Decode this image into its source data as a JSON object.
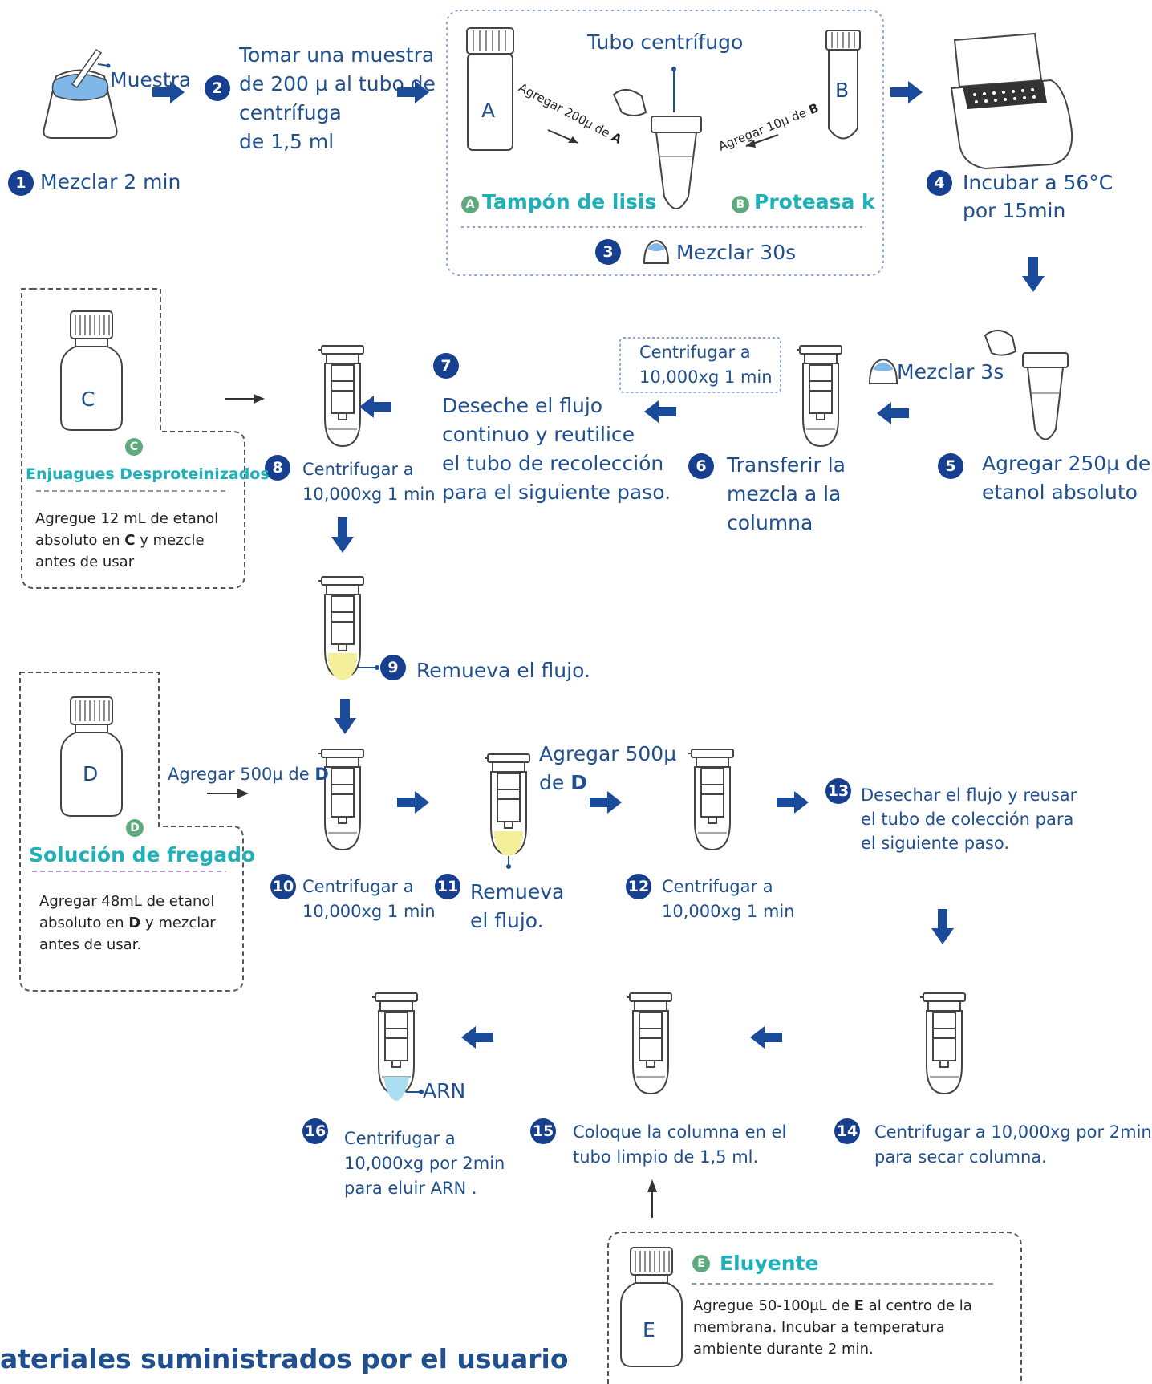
{
  "colors": {
    "primary": "#1f4f8e",
    "badge": "#163f8f",
    "teal": "#1fb1b9",
    "letter_badge": "#5faa7d",
    "arrow": "#1a4a9a",
    "liquid_yellow": "#f3ef9a",
    "liquid_blue": "#a8def0"
  },
  "steps": {
    "s1": {
      "num": "1",
      "label": "Mezclar 2 min",
      "sample": "Muestra"
    },
    "s2": {
      "num": "2",
      "lines": [
        "Tomar una muestra",
        "de 200 µ al tubo de",
        "centrífuga",
        "de 1,5 ml"
      ]
    },
    "s3": {
      "num": "3",
      "title": "Tubo centrífugo",
      "add_a": "Agregar 200µ de",
      "add_a_bold": "A",
      "add_b": "Agregar 10µ de",
      "add_b_bold": "B",
      "tube_a": "A",
      "tube_b": "B",
      "letter_a": "A",
      "letter_b": "B",
      "reagent_a": "Tampón de lisis",
      "reagent_b": "Proteasa k",
      "mix": "Mezclar 30s"
    },
    "s4": {
      "num": "4",
      "lines": [
        "Incubar a 56°C",
        "por 15min"
      ]
    },
    "s5": {
      "num": "5",
      "mix": "Mezclar 3s",
      "lines": [
        "Agregar 250µ de",
        "etanol absoluto"
      ]
    },
    "s6": {
      "num": "6",
      "lines": [
        "Transferir la",
        "mezcla a la",
        "columna"
      ],
      "box_lines": [
        "Centrifugar a",
        "10,000xg 1 min"
      ]
    },
    "s7": {
      "num": "7",
      "lines": [
        "Deseche el flujo",
        "continuo y reutilice",
        "el tubo de recolección",
        " para el siguiente paso."
      ]
    },
    "s8": {
      "num": "8",
      "lines": [
        "Centrifugar a",
        "10,000xg 1 min"
      ]
    },
    "s9": {
      "num": "9",
      "label": "Remueva el flujo."
    },
    "s10": {
      "num": "10",
      "add": "Agregar 500µ de",
      "add_bold": "D",
      "lines": [
        "Centrifugar a",
        "10,000xg 1 min"
      ]
    },
    "s11": {
      "num": "11",
      "lines": [
        "Remueva",
        "el flujo."
      ],
      "add_lines": [
        "Agregar 500µ",
        "de"
      ],
      "add_bold": "D"
    },
    "s12": {
      "num": "12",
      "lines": [
        "Centrifugar a",
        "10,000xg 1 min"
      ]
    },
    "s13": {
      "num": "13",
      "lines": [
        "Desechar el flujo y reusar",
        "el tubo de colección para",
        "el siguiente paso."
      ]
    },
    "s14": {
      "num": "14",
      "lines": [
        "Centrifugar a 10,000xg por 2min",
        "para secar columna."
      ]
    },
    "s15": {
      "num": "15",
      "lines": [
        "Coloque la columna en el",
        "tubo limpio de 1,5 ml."
      ]
    },
    "s16": {
      "num": "16",
      "lines": [
        "Centrifugar a",
        "10,000xg por 2min",
        "para eluir ARN ."
      ],
      "product": "ARN"
    }
  },
  "reagents": {
    "c": {
      "bottle": "C",
      "letter": "C",
      "title": "Enjuagues Desproteinizados",
      "note_lines": [
        "Agregue 12 mL de etanol",
        " absoluto en ",
        "C",
        " y mezcle",
        "antes de usar"
      ]
    },
    "d": {
      "bottle": "D",
      "letter": "D",
      "title": "Solución de fregado",
      "note_lines": [
        "Agregar 48mL de etanol",
        "absoluto en ",
        "D",
        " y mezclar",
        "antes de usar."
      ]
    },
    "e": {
      "bottle": "E",
      "letter": "E",
      "title": "Eluyente",
      "note_lines": [
        "Agregue 50-100µL de ",
        "E",
        " al centro de la",
        "membrana. Incubar a temperatura",
        "ambiente durante 2 min."
      ]
    }
  },
  "footer": {
    "heading": "ateriales suministrados por el usuario"
  }
}
